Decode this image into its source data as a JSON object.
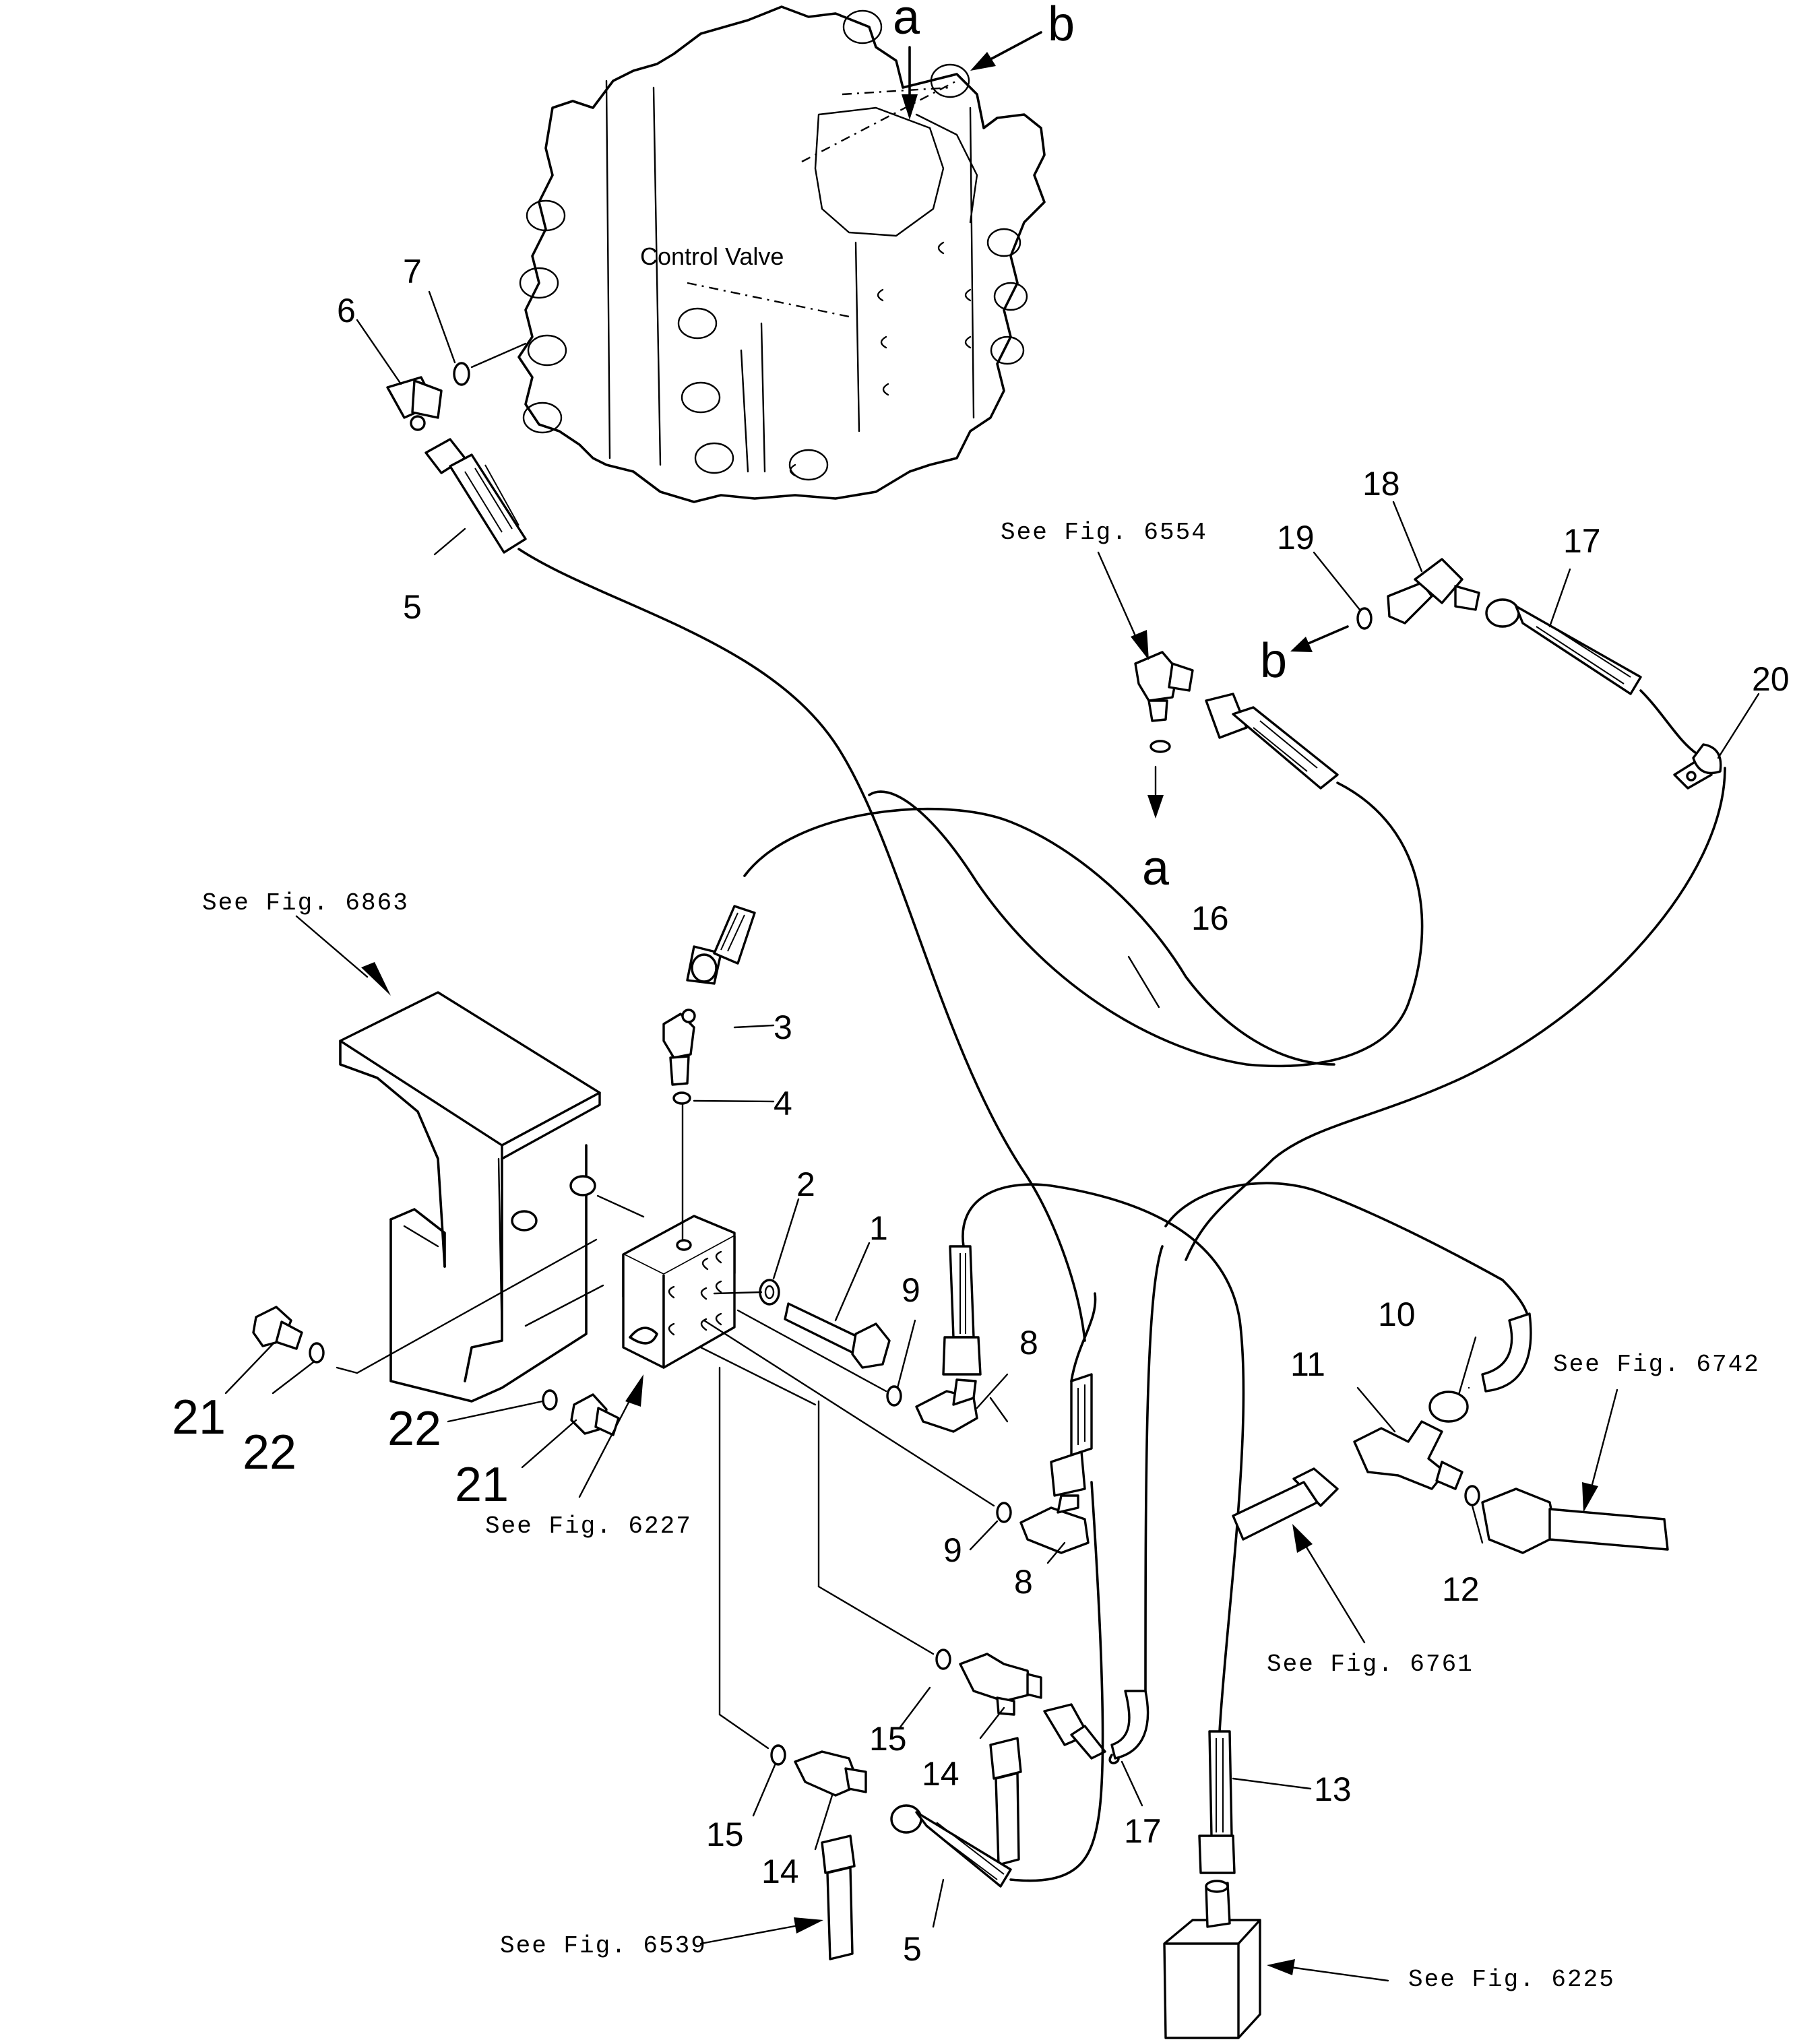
{
  "diagram": {
    "component_label": "Control Valve",
    "connection_markers": [
      "a",
      "b"
    ],
    "figure_references": [
      "See Fig. 6554",
      "See Fig. 6863",
      "See Fig. 6742",
      "See Fig. 6227",
      "See Fig. 6761",
      "See Fig. 6539",
      "See Fig. 6225"
    ],
    "part_numbers": [
      "1",
      "2",
      "3",
      "4",
      "5",
      "6",
      "7",
      "8",
      "9",
      "10",
      "11",
      "12",
      "13",
      "14",
      "15",
      "16",
      "17",
      "18",
      "19",
      "20",
      "21",
      "22"
    ]
  }
}
